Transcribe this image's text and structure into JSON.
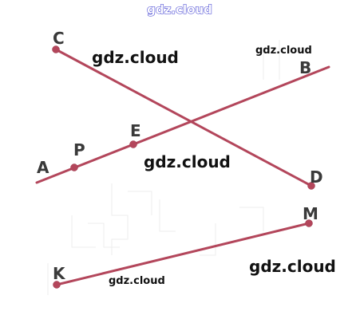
{
  "points": {
    "A": "A",
    "P": "P",
    "E": "E",
    "B": "B",
    "C": "C",
    "D": "D",
    "K": "K",
    "M": "M"
  },
  "watermarks": {
    "top": "gdz.cloud",
    "upper_left": "gdz.cloud",
    "upper_right": "gdz.cloud",
    "middle": "gdz.cloud",
    "lower_right": "gdz.cloud",
    "lower_left": "gdz.cloud"
  },
  "colors": {
    "segment": "#b3465b",
    "label": "#3a3a3a",
    "watermark": "#111111",
    "watermark_outline": "#3a3ad0"
  }
}
